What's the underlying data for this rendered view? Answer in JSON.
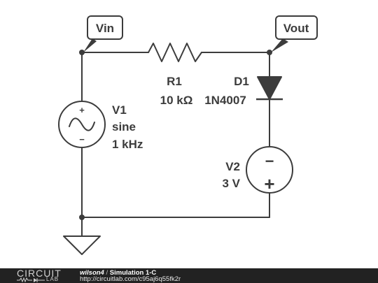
{
  "labels": {
    "vin": "Vin",
    "vout": "Vout",
    "r1_name": "R1",
    "r1_value": "10 kΩ",
    "d1_name": "D1",
    "d1_part": "1N4007",
    "v1_name": "V1",
    "v1_type": "sine",
    "v1_freq": "1 kHz",
    "v2_name": "V2",
    "v2_value": "3 V",
    "v1_plus": "+",
    "v1_minus": "−",
    "v2_plus": "+",
    "v2_minus": "−"
  },
  "footer": {
    "logo_word": "CIRCUIT",
    "logo_sub": "LAB",
    "author": "wilson4",
    "separator": "/",
    "title": "Simulation 1-C",
    "url": "http://circuitlab.com/c95aj6q55fk2r"
  },
  "colors": {
    "wire": "#3c3c3c",
    "footer_bg": "#222222"
  }
}
